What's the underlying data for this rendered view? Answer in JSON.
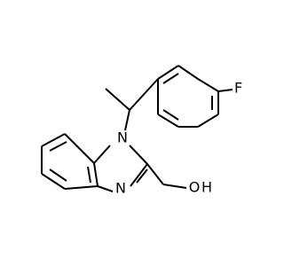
{
  "molecule": {
    "atoms": {
      "fluorine": "F",
      "nitrogen_ring_top": "N",
      "nitrogen_ring_bottom": "N",
      "hydroxyl_oxygen": "O",
      "hydroxyl_hydrogen": "H"
    },
    "bond_color": "#000000",
    "label_color": "#000000"
  }
}
